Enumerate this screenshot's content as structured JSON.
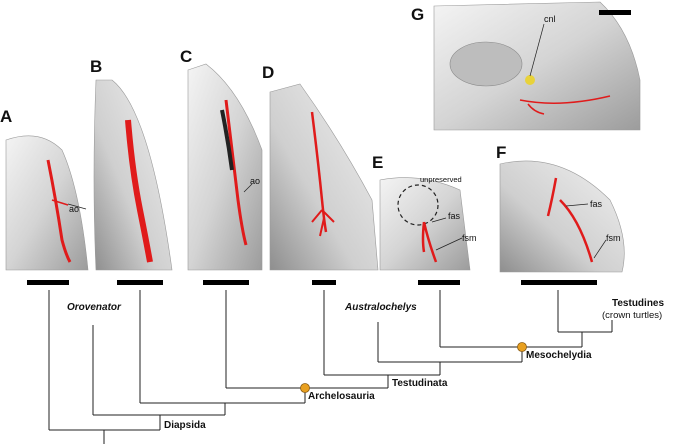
{
  "panels": {
    "A": "A",
    "B": "B",
    "C": "C",
    "D": "D",
    "E": "E",
    "F": "F",
    "G": "G"
  },
  "annotations": {
    "ao_a": "ao",
    "ao_c": "ao",
    "unpreserved": "unpreserved",
    "fas_e": "fas",
    "fsm_e": "fsm",
    "fas_f": "fas",
    "fsm_f": "fsm",
    "cnl": "cnl"
  },
  "taxa": {
    "orovenator": "Orovenator",
    "australochelys": "Australochelys",
    "testudines": "Testudines",
    "testudines_sub": "(crown turtles)"
  },
  "clades": {
    "diapsida": "Diapsida",
    "archelosauria": "Archelosauria",
    "testudinata": "Testudinata",
    "mesochelydia": "Mesochelydia"
  },
  "colors": {
    "bone": "#d6d6d6",
    "bone_edge": "#9a9a9a",
    "canal": "#e01b1b",
    "node": "#e8a020",
    "highlight": "#e8d23a"
  }
}
